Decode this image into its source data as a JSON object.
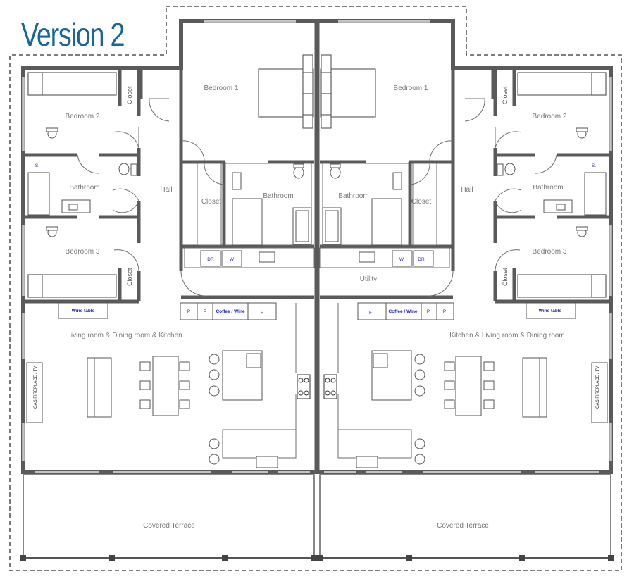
{
  "title": "Version 2",
  "colors": {
    "title": "#17679a",
    "wall": "#5a5a5a",
    "line": "#6e6e6e",
    "label": "#777777",
    "spec": "#2a2aa0"
  },
  "left_unit": {
    "bedroom1": "Bedroom 1",
    "bedroom2": "Bedroom 2",
    "bedroom3": "Bedroom 3",
    "bath_kids": "Bathroom",
    "bath_master": "Bathroom",
    "hall": "Hall",
    "closet_master": "Closet",
    "closet_b2": "Closet",
    "closet_b3": "Closet",
    "shower": "S.",
    "dryer": "DR",
    "washer": "W",
    "pantry1": "P",
    "pantry2": "P",
    "coffee": "Coffee / Wine",
    "fridge": "F",
    "wine": "Wine table",
    "living": "Living room & Dining room & Kitchen",
    "fireplace": "GAS FIREPLACE / TV",
    "terrace": "Covered Terrace"
  },
  "right_unit": {
    "bedroom1": "Bedroom 1",
    "bedroom2": "Bedroom 2",
    "bedroom3": "Bedroom 3",
    "bath_kids": "Bathroom",
    "bath_master": "Bathroom",
    "hall": "Hall",
    "closet_master": "Closet",
    "closet_b2": "Closet",
    "closet_b3": "Closet",
    "shower": "S.",
    "dryer": "DR",
    "washer": "W",
    "utility": "Utility",
    "pantry1": "P",
    "pantry2": "P",
    "coffee": "Coffee / Wine",
    "fridge": "F",
    "wine": "Wine table",
    "living": "Kitchen & Living room & Dining room",
    "fireplace": "GAS FIREPLACE / TV",
    "terrace": "Covered Terrace"
  }
}
